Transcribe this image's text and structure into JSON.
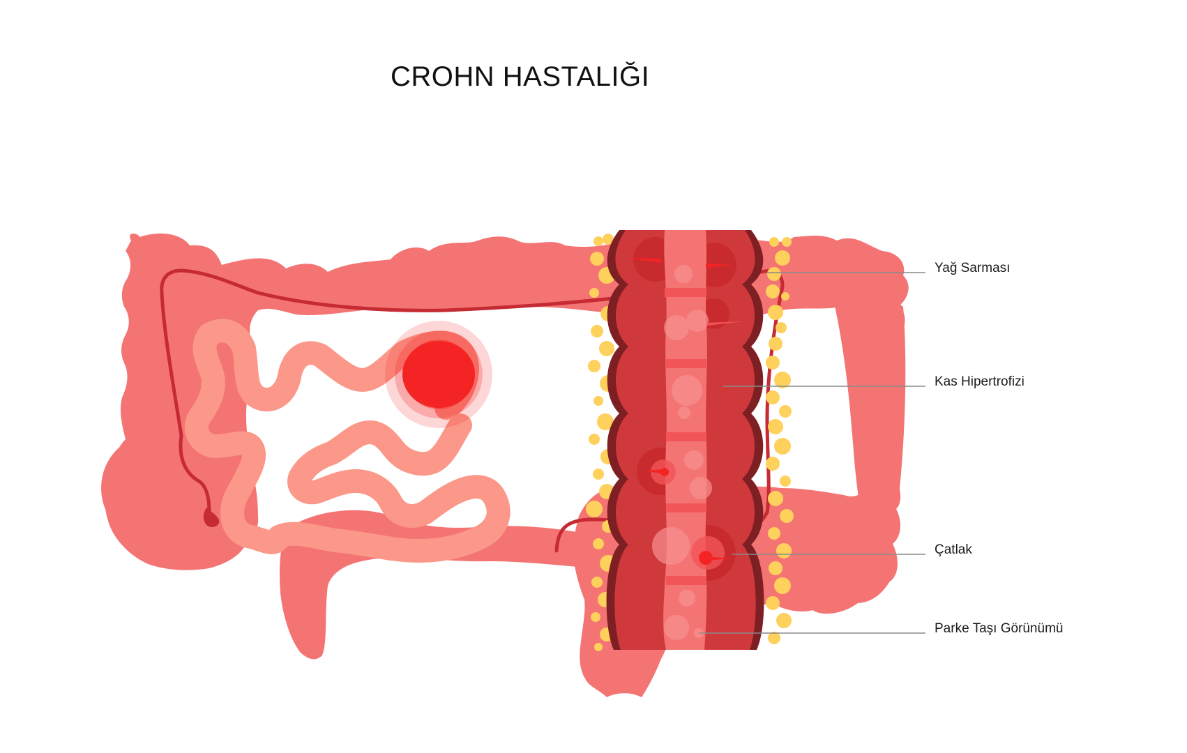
{
  "title": "CROHN HASTALIĞI",
  "figures": {
    "left": {
      "name": "Digestive tract (colon and small intestine) with inflamed region"
    },
    "right": {
      "name": "Cross-section of intestinal wall in Crohn's disease"
    }
  },
  "labels": [
    {
      "id": "fat-wrapping",
      "text": "Yağ Sarması"
    },
    {
      "id": "muscle-hypertrophy",
      "text": "Kas Hipertrofizi"
    },
    {
      "id": "fissure",
      "text": "Çatlak"
    },
    {
      "id": "cobblestone",
      "text": "Parke Taşı Görünümü"
    }
  ],
  "colors": {
    "colon": "#f47474",
    "small_intestine": "#fb9889",
    "vessel": "#c62b33",
    "inflammation": "#f42424",
    "wall_outer": "#7e1f23",
    "wall": "#d0393c",
    "lumen": "#f47474",
    "fat": "#fed05c",
    "leader_line": "#8a8a8a"
  }
}
